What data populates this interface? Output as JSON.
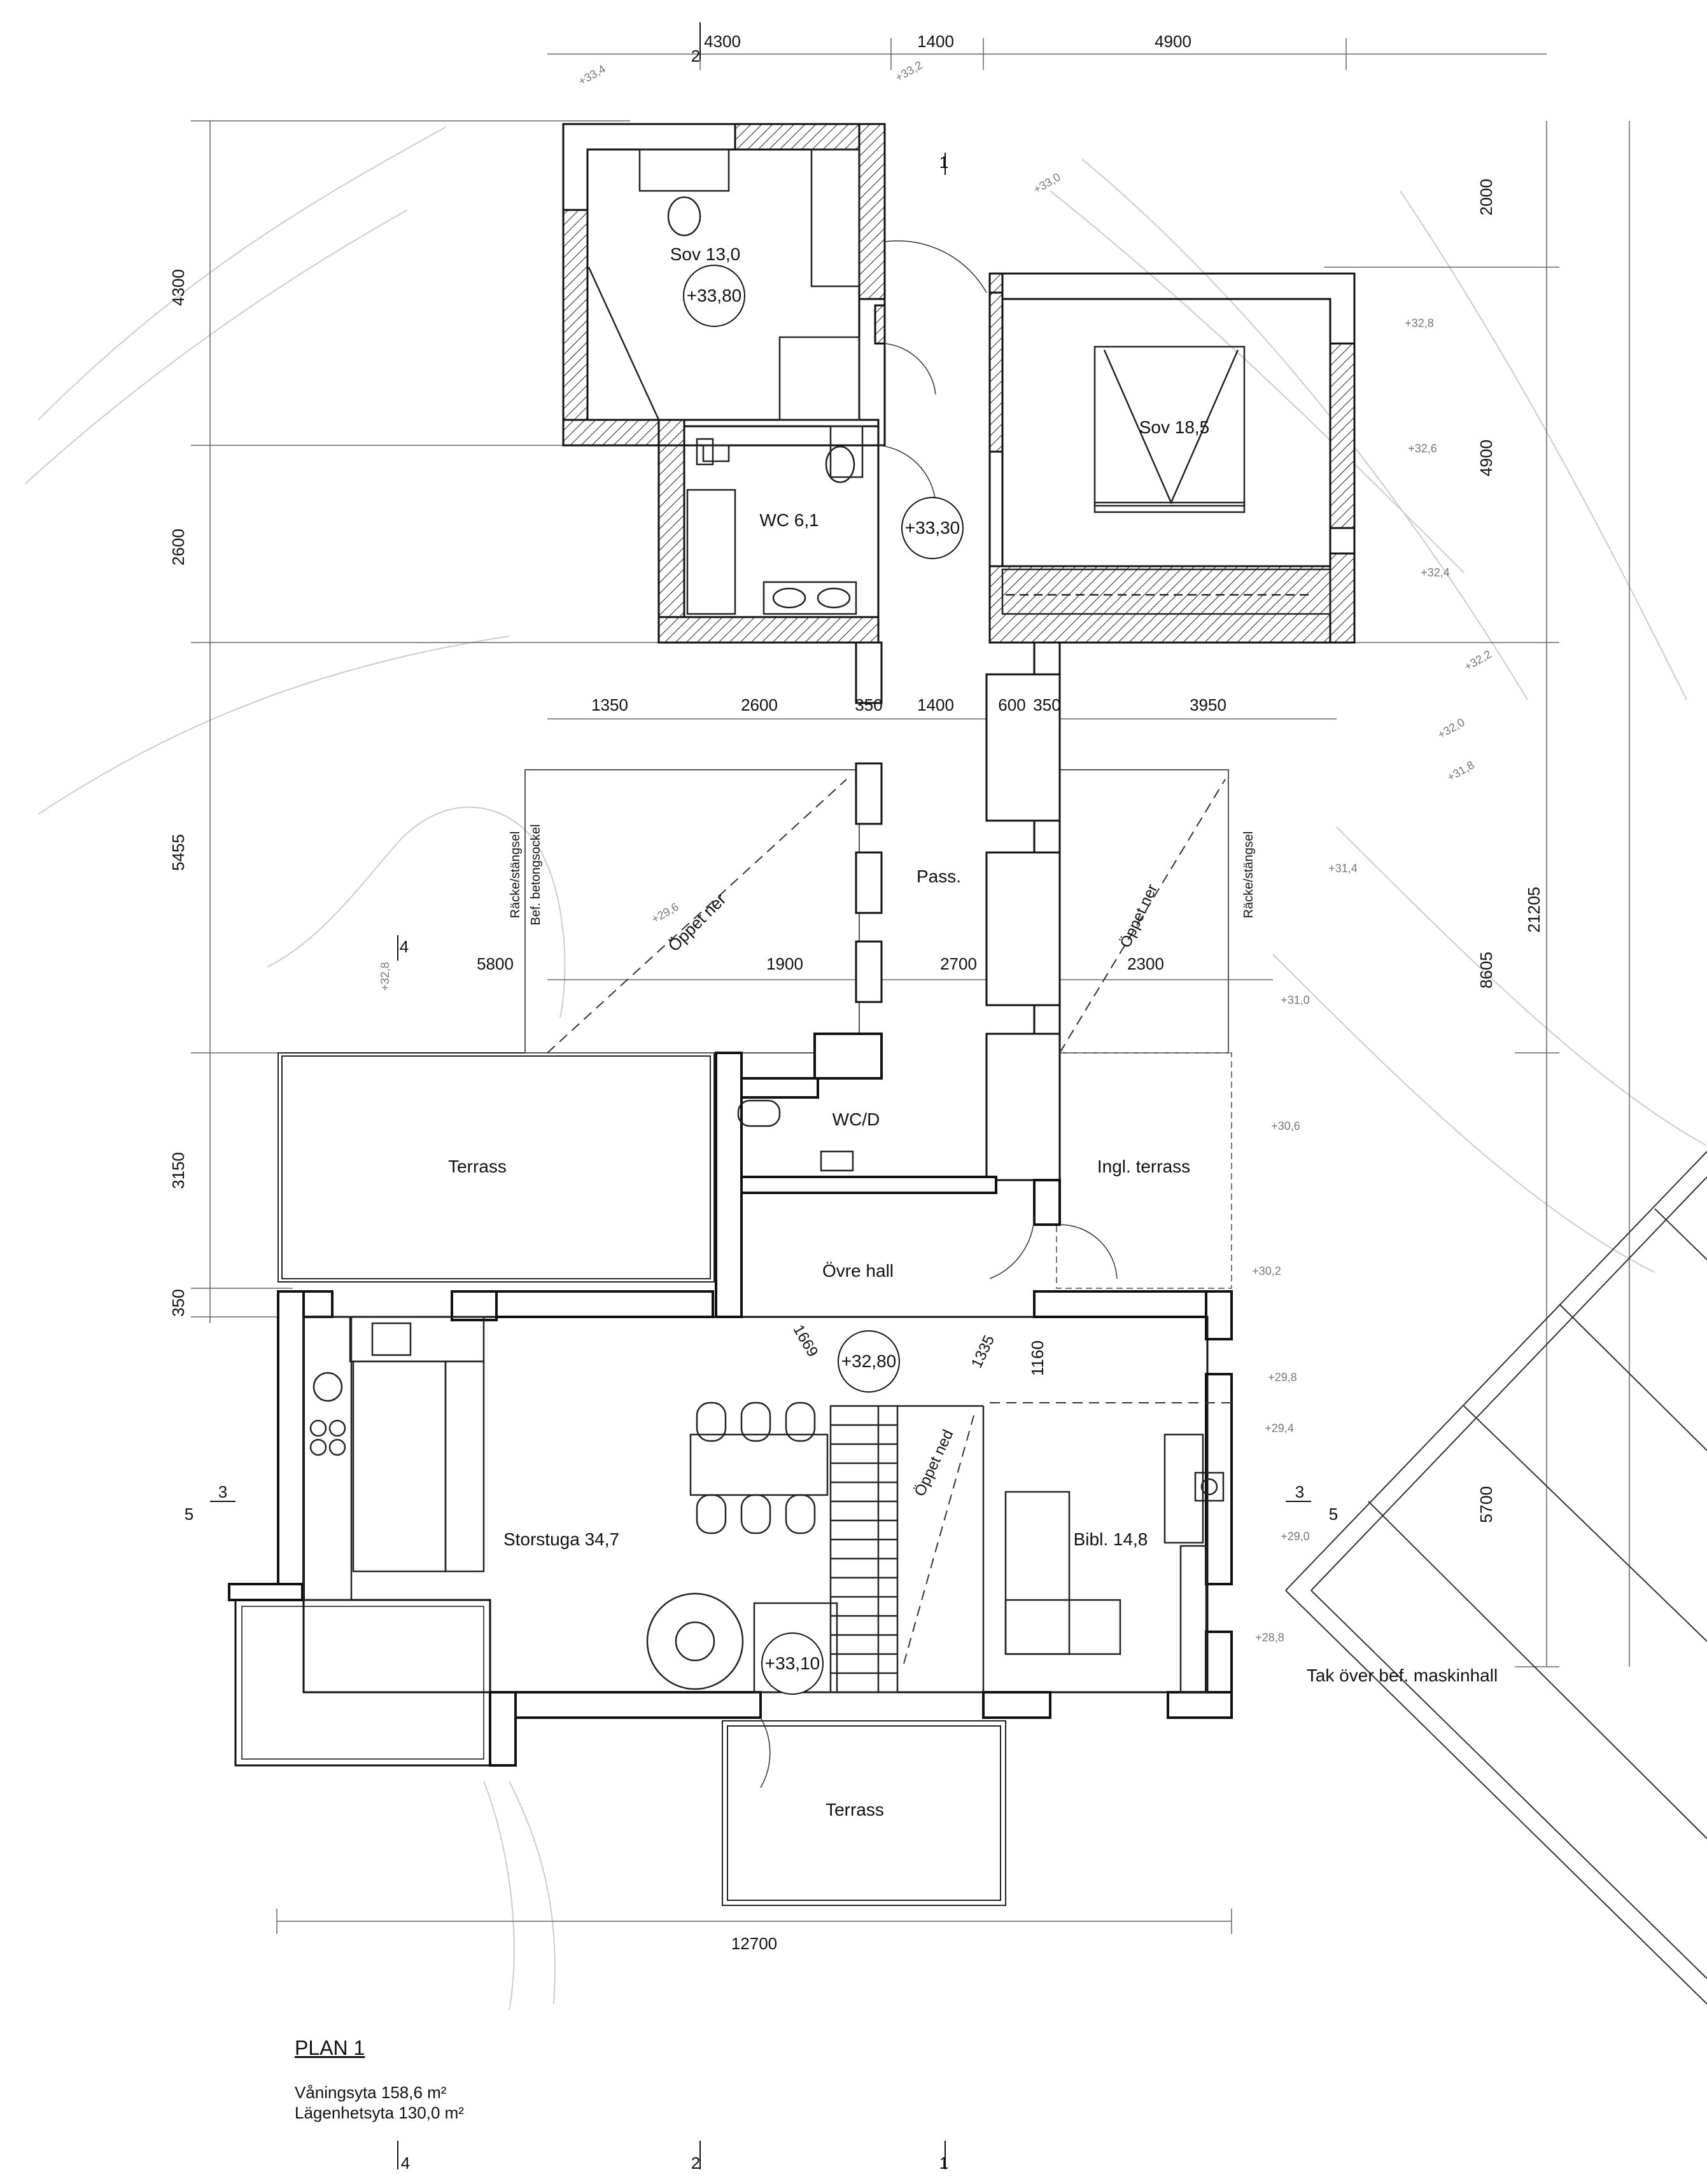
{
  "drawing": {
    "title": "PLAN 1",
    "area_floor": "Våningsyta 158,6 m²",
    "area_apartment": "Lägenhetsyta 130,0 m²"
  },
  "rooms": {
    "sov1": "Sov 13,0",
    "sov2": "Sov 18,5",
    "wc": "WC 6,1",
    "pass": "Pass.",
    "wcd": "WC/D",
    "terrass_left": "Terrass",
    "ingl_terrass": "Ingl. terrass",
    "ovre_hall": "Övre hall",
    "storstuga": "Storstuga 34,7",
    "bibl": "Bibl. 14,8",
    "terrass_bottom": "Terrass",
    "tak": "Tak över bef. maskinhall"
  },
  "levels": {
    "l1": "+33,80",
    "l2": "+33,30",
    "l3": "+32,80",
    "l4": "+33,10"
  },
  "annotations": {
    "oppet_ner_left": "Öppet ner",
    "oppet_ner_right": "Öppet ner",
    "oppet_ned": "Öppet ned",
    "racke_left_1": "Räcke/stängsel",
    "racke_left_2": "Bef. betongsockel",
    "racke_right": "Räcke/stängsel",
    "diag_1669": "1669",
    "diag_1335": "1335",
    "dim_1160": "1160"
  },
  "dimensions": {
    "top": [
      "4300",
      "1400",
      "4900"
    ],
    "mid": [
      "1350",
      "2600",
      "350",
      "1400",
      "600",
      "350",
      "3950"
    ],
    "pass_row": [
      "5800",
      "1900",
      "2700",
      "2300"
    ],
    "bottom": "12700",
    "left": [
      "4300",
      "2600",
      "5455",
      "3150",
      "350"
    ],
    "right": [
      "2000",
      "4900",
      "8605",
      "21205",
      "5700"
    ]
  },
  "contours": {
    "c1": "+33,4",
    "c2": "+33,2",
    "c3": "+33,0",
    "c4": "+32,8",
    "c5": "+32,6",
    "c6": "+32,4",
    "c7": "+32,2",
    "c8": "+32,0",
    "c9": "+31,8",
    "c10": "+31,4",
    "c11": "+31,0",
    "c12": "+30,6",
    "c13": "+30,2",
    "c14": "+29,8",
    "c15": "+29,4",
    "c16": "+29,0",
    "c17": "+28,8",
    "c18": "+32,8",
    "c19": "+29,6"
  },
  "section_marks": {
    "s1": "2",
    "s2": "1",
    "s3": "4",
    "s4": "3",
    "s5": "5",
    "s6": "3",
    "s7": "5",
    "s8": "4",
    "s9": "2",
    "s10": "1"
  }
}
